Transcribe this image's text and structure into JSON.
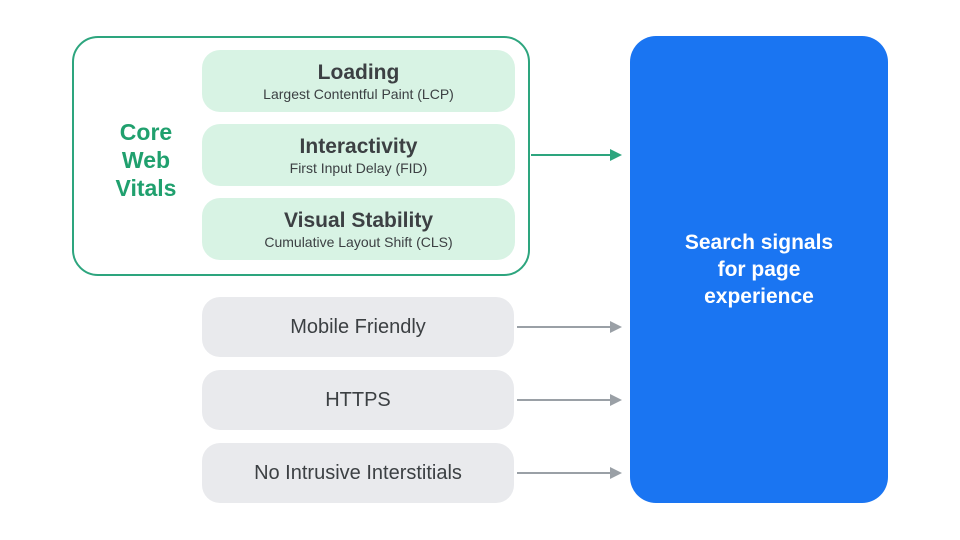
{
  "colors": {
    "background": "#ffffff",
    "green_text": "#20a06e",
    "green_border": "#2da57e",
    "green_fill": "#d8f3e4",
    "blue_panel": "#1a75f2",
    "blue_text": "#ffffff",
    "gray_fill": "#e9eaed",
    "gray_arrow": "#9aa0a6",
    "text_dark": "#3c4043"
  },
  "core_web_vitals": {
    "label": "Core\nWeb\nVitals",
    "items": [
      {
        "title": "Loading",
        "subtitle": "Largest Contentful Paint (LCP)"
      },
      {
        "title": "Interactivity",
        "subtitle": "First Input Delay (FID)"
      },
      {
        "title": "Visual Stability",
        "subtitle": "Cumulative Layout Shift (CLS)"
      }
    ]
  },
  "other_signals": [
    {
      "label": "Mobile Friendly"
    },
    {
      "label": "HTTPS"
    },
    {
      "label": "No Intrusive Interstitials"
    }
  ],
  "result_panel": {
    "label": "Search signals\nfor page\nexperience"
  }
}
